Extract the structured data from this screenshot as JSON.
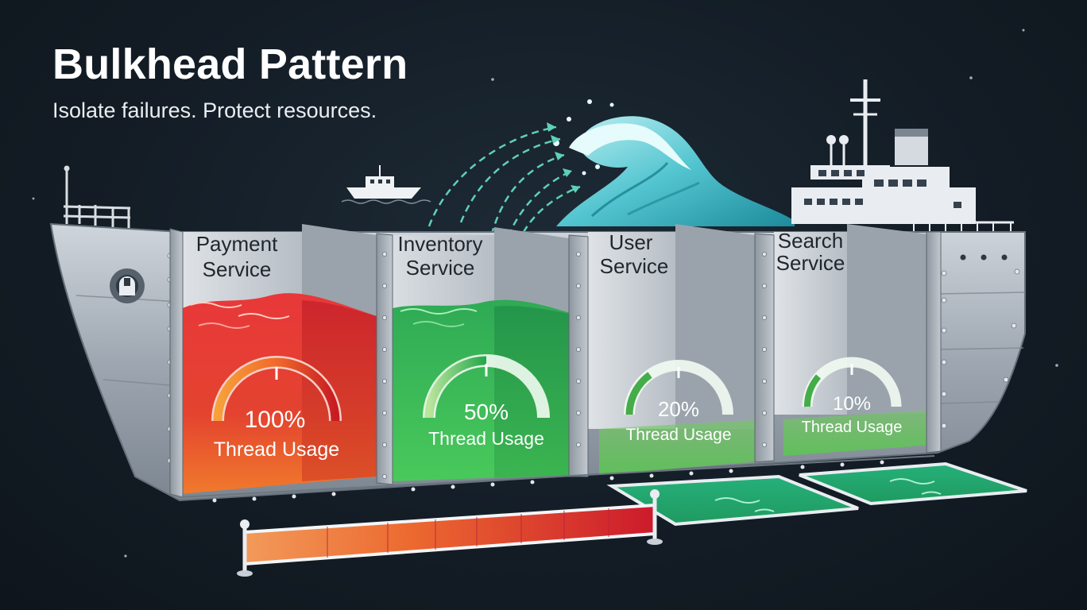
{
  "header": {
    "title": "Bulkhead Pattern",
    "subtitle": "Isolate failures. Protect resources."
  },
  "compartments": [
    {
      "line1": "Payment",
      "line2": "Service",
      "value": "100%",
      "caption": "Thread Usage",
      "usage": 1.0,
      "state": "flooded",
      "color": "#e53a33"
    },
    {
      "line1": "Inventory",
      "line2": "Service",
      "value": "50%",
      "caption": "Thread Usage",
      "usage": 0.5,
      "state": "healthy",
      "color": "#2fb457"
    },
    {
      "line1": "User",
      "line2": "Service",
      "value": "20%",
      "caption": "Thread Usage",
      "usage": 0.2,
      "state": "healthy",
      "color": "#5cc35a"
    },
    {
      "line1": "Search",
      "line2": "Service",
      "value": "10%",
      "caption": "Thread Usage",
      "usage": 0.1,
      "state": "healthy",
      "color": "#52c468"
    }
  ],
  "icons": [
    "wave-icon",
    "ship-icon",
    "small-boat-icon",
    "anchor-icon"
  ]
}
